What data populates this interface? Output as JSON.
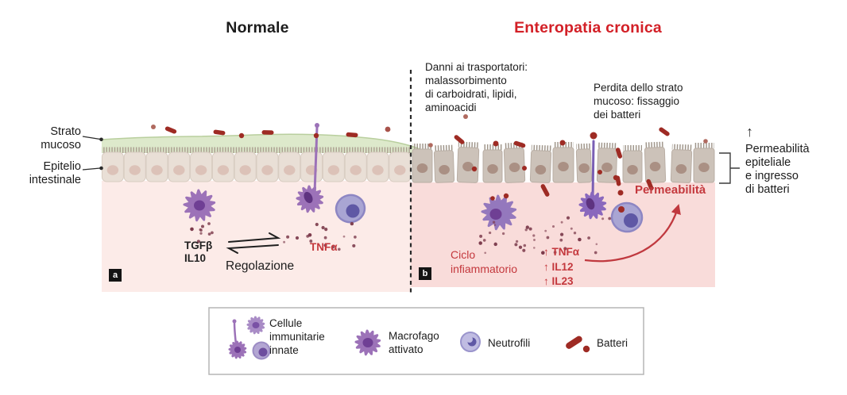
{
  "panels": {
    "normal": {
      "title": "Normale",
      "letter": "a"
    },
    "chronic": {
      "title": "Enteropatia cronica",
      "letter": "b"
    }
  },
  "layer_labels": {
    "strato_mucoso": [
      "Strato",
      "mucoso"
    ],
    "epitelio_intestinale": [
      "Epitelio",
      "intestinale"
    ]
  },
  "annotations": {
    "transporters": [
      "Danni ai trasportatori:",
      "malassorbimento",
      "di carboidrati, lipidi,",
      "aminoacidi"
    ],
    "mucus_loss": [
      "Perdita dello strato",
      "mucoso: fissaggio",
      "dei batteri"
    ],
    "permeability_side_arrow": "↑",
    "permeability_side": [
      "Permeabilità",
      "epiteliale",
      "e ingresso",
      "di batteri"
    ],
    "permeability_inner": "Permeabilità",
    "inflammatory_cycle": [
      "Ciclo",
      "infiammatorio"
    ],
    "cytokines_up": [
      "↑ TNFα",
      "↑ IL12",
      "↑ IL23"
    ],
    "tgfb_il10": [
      "TGFβ",
      "IL10"
    ],
    "regulation": "Regolazione",
    "tnfa": "TNFα"
  },
  "legend": {
    "items": [
      {
        "icon": "innate-immune-cells-icon",
        "label": [
          "Cellule",
          "immunitarie",
          "innate"
        ]
      },
      {
        "icon": "activated-macrophage-icon",
        "label": [
          "Macrofago",
          "attivato"
        ]
      },
      {
        "icon": "neutrophil-icon",
        "label": [
          "Neutrofili"
        ]
      },
      {
        "icon": "bacteria-icon",
        "label": [
          "Batteri"
        ]
      }
    ]
  },
  "colors": {
    "accent_red": "#d32027",
    "label_red": "#c4383d",
    "arrow_red": "#c0393f",
    "bacteria_dark": "#9e2b24",
    "bacteria_mid": "#a8524a",
    "bacteria_light": "#b06a5f",
    "mucus_fill": "#dde9cb",
    "mucus_edge": "#b9cf9e",
    "cell_left": "#e9dfd6",
    "cell_left_stroke": "#d8ccc1",
    "nucleus_left": "#dcc2b8",
    "cell_right": "#ccc2b9",
    "cell_right_stroke": "#b9aea4",
    "nucleus_right": "#aa9084",
    "lamina_left": "#fcebe8",
    "lamina_right": "#f9dcda",
    "purple": "#9c72b8",
    "purple_dark": "#6f3f94",
    "purple_blue": "#9478bd",
    "purple_stalk": "#7a5fb5",
    "neutro_body": "#a9a5d3",
    "neutro_stroke": "#8d86c3",
    "neutro_nucleus": "#5f58a5",
    "cytokine_dot": "#7c3b4c",
    "bristle": "#ab9f90",
    "bristle_right": "#9f958a"
  }
}
